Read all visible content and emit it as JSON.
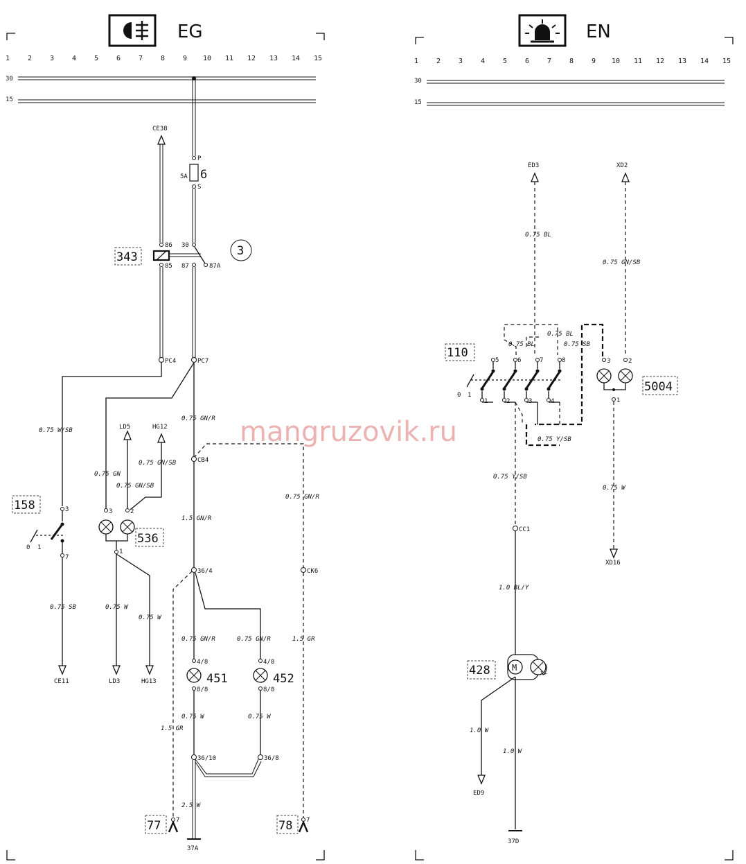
{
  "watermark": "mangruzovik.ru",
  "left": {
    "title": "EG",
    "icon": "fog-light-icon",
    "columns": [
      "1",
      "2",
      "3",
      "4",
      "5",
      "6",
      "7",
      "8",
      "9",
      "10",
      "11",
      "12",
      "13",
      "14",
      "15"
    ],
    "rails": [
      "30",
      "15"
    ],
    "fuse": {
      "name": "6",
      "rating": "5A",
      "pin_in": "P",
      "pin_out": "S"
    },
    "relay": {
      "ref": "343",
      "p86": "86",
      "p85": "85",
      "p30": "30",
      "p87": "87",
      "p87a": "87A",
      "circle": "3"
    },
    "switch": {
      "ref": "158",
      "pos0": "0",
      "pos1": "1",
      "pin_top": "3",
      "pin_bot": "7"
    },
    "indicator": {
      "ref": "536",
      "p3": "3",
      "p2": "2",
      "p1": "1"
    },
    "lamps": [
      {
        "ref": "451",
        "top": "4/8",
        "bot": "8/8"
      },
      {
        "ref": "452",
        "top": "4/8",
        "bot": "8/8"
      }
    ],
    "connectors": {
      "pc4": "PC4",
      "pc7": "PC7",
      "cb4": "CB4",
      "c364": "36/4",
      "ck6": "CK6",
      "c3610": "36/10",
      "c368": "36/8"
    },
    "arrows": {
      "ce38": "CE38",
      "ld5": "LD5",
      "hg12": "HG12",
      "ce11": "CE11",
      "ld3": "LD3",
      "hg13": "HG13"
    },
    "wires": {
      "w_wsb": "0.75 W/SB",
      "w_gn": "0.75 GN",
      "w_gnsb1": "0.75 GN/SB",
      "w_gnsb2": "0.75 GN/SB",
      "w_gnr1": "0.75 GN/R",
      "w_gnr_right": "0.75 GN/R",
      "w_15gnr": "1.5 GN/R",
      "w_sb": "0.75 SB",
      "w_w1": "0.75 W",
      "w_w2": "0.75 W",
      "w_gnr2": "0.75 GN/R",
      "w_gnr3": "0.75 GN/R",
      "w_15gr1": "1.5 GR",
      "w_w3": "0.75 W",
      "w_w4": "0.75 W",
      "w_15gr2": "1.5 GR",
      "w_25w": "2.5 W"
    },
    "bottom": {
      "c77": "77",
      "pin77": "7",
      "c78": "78",
      "pin78": "7",
      "ground": "37A"
    }
  },
  "right": {
    "title": "EN",
    "icon": "beacon-light-icon",
    "columns": [
      "1",
      "2",
      "3",
      "4",
      "5",
      "6",
      "7",
      "8",
      "9",
      "10",
      "11",
      "12",
      "13",
      "14",
      "15"
    ],
    "rails": [
      "30",
      "15"
    ],
    "arrows": {
      "ed3": "ED3",
      "xd2": "XD2",
      "xd16": "XD16",
      "ed9": "ED9"
    },
    "switch": {
      "ref": "110",
      "pos0": "0",
      "pos1": "1",
      "top": [
        "5",
        "6",
        "7",
        "8"
      ],
      "bot": [
        "1",
        "2",
        "3",
        "4"
      ]
    },
    "indicator": {
      "ref": "5004",
      "p3": "3",
      "p2": "2",
      "p1": "1"
    },
    "motor": {
      "ref": "428"
    },
    "connectors": {
      "cc1": "CC1"
    },
    "wires": {
      "w_bl1": "0.75 BL",
      "w_gnsb": "0.75 GN/SB",
      "w_bl2": "0.75 BL",
      "w_bl3": "0.75 BL",
      "w_sb": "0.75 SB",
      "w_ysb1": "0.75 Y/SB",
      "w_ysb2": "0.75 Y/SB",
      "w_w": "0.75 W",
      "w_bly": "1.0 BL/Y",
      "w_10w1": "1.0 W",
      "w_10w2": "1.0 W"
    },
    "bottom": {
      "ground": "37D"
    }
  }
}
